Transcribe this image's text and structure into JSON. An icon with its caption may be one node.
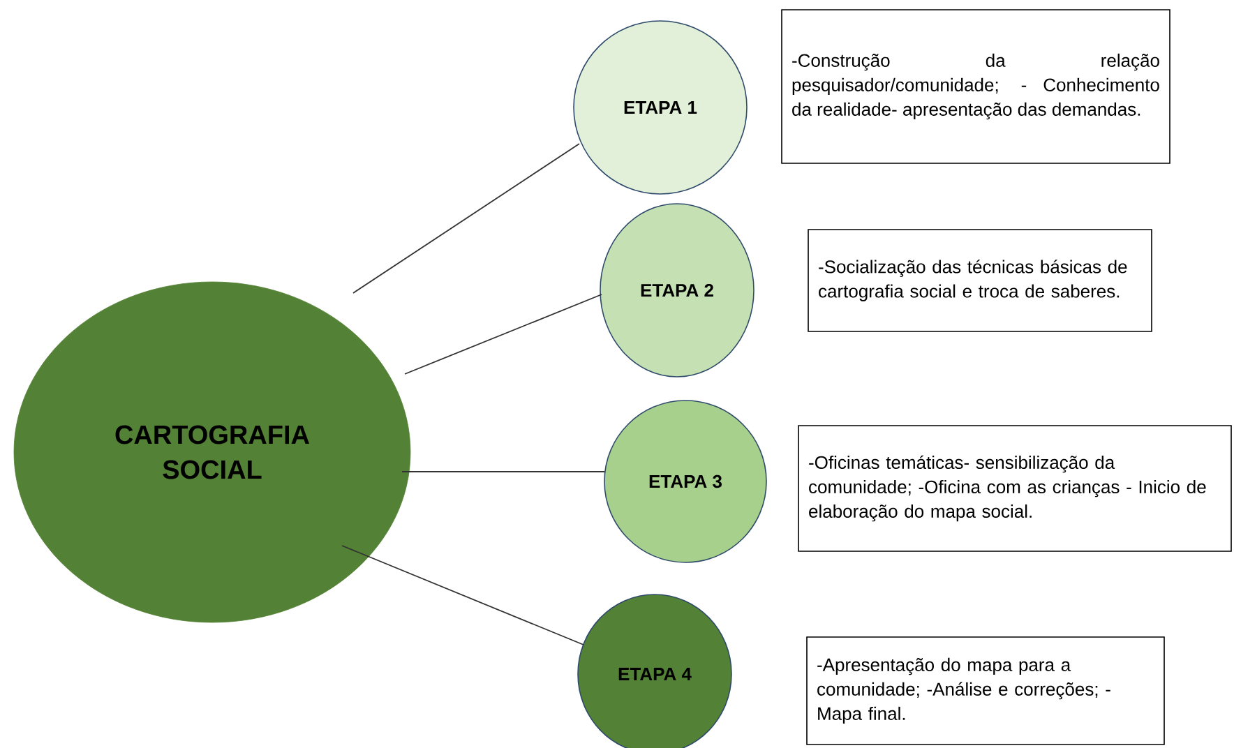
{
  "diagram": {
    "nodes": [
      {
        "text": [
          "CARTOGRAFIA SOCIAL"
        ]
      },
      {
        "text": [
          "ETAPA 1"
        ]
      },
      {
        "text": [
          "-Construção da relação pesquisador/comunidade; - Conhecimento da realidade- apresentação das demandas."
        ]
      },
      {
        "text": [
          "ETAPA 2"
        ]
      },
      {
        "text": [
          "-Socialização das técnicas básicas de cartografia social e troca de saberes."
        ]
      },
      {
        "text": [
          "ETAPA 3"
        ]
      },
      {
        "text": [
          "-Oficinas temáticas- sensibilização da comunidade; -Oficina com as crianças - Inicio de elaboração do mapa social."
        ]
      },
      {
        "text": [
          "ETAPA 4"
        ]
      },
      {
        "text": [
          "-Apresentação do mapa para a comunidade; -Análise e correções; -Mapa final."
        ]
      }
    ],
    "edges": [
      {
        "from": 0,
        "to": 1,
        "arrow": "none"
      },
      {
        "from": 0,
        "to": 3,
        "arrow": "none"
      },
      {
        "from": 0,
        "to": 5,
        "arrow": "none"
      },
      {
        "from": 0,
        "to": 7,
        "arrow": "none"
      }
    ]
  }
}
